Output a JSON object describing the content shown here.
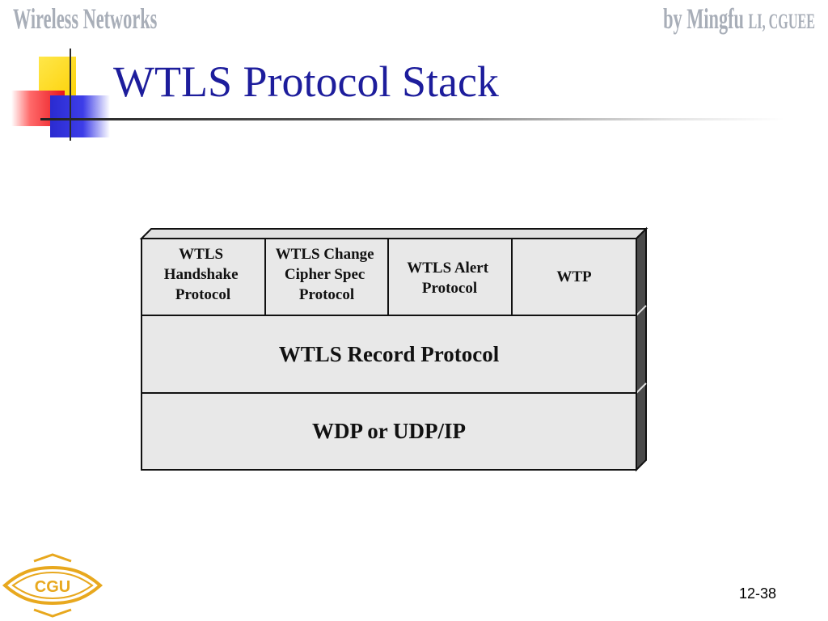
{
  "header": {
    "left": "Wireless Networks",
    "right_prefix": "by Mingfu",
    "right_suffix": "LI, CGUEE"
  },
  "title": "WTLS Protocol Stack",
  "diagram": {
    "top_row": [
      {
        "lines": [
          "WTLS",
          "Handshake",
          "Protocol"
        ]
      },
      {
        "lines": [
          "WTLS Change",
          "Cipher Spec",
          "Protocol"
        ]
      },
      {
        "lines": [
          "WTLS Alert",
          "Protocol"
        ]
      },
      {
        "lines": [
          "WTP"
        ]
      }
    ],
    "record_layer": "WTLS Record Protocol",
    "transport_layer": "WDP or UDP/IP"
  },
  "logo": {
    "text": "CGU"
  },
  "slide_number": "12-38",
  "colors": {
    "title": "#1d1d9c",
    "header": "#a8aeb8",
    "cell_fill": "#e8e8e8",
    "logo": "#e8a81e"
  }
}
